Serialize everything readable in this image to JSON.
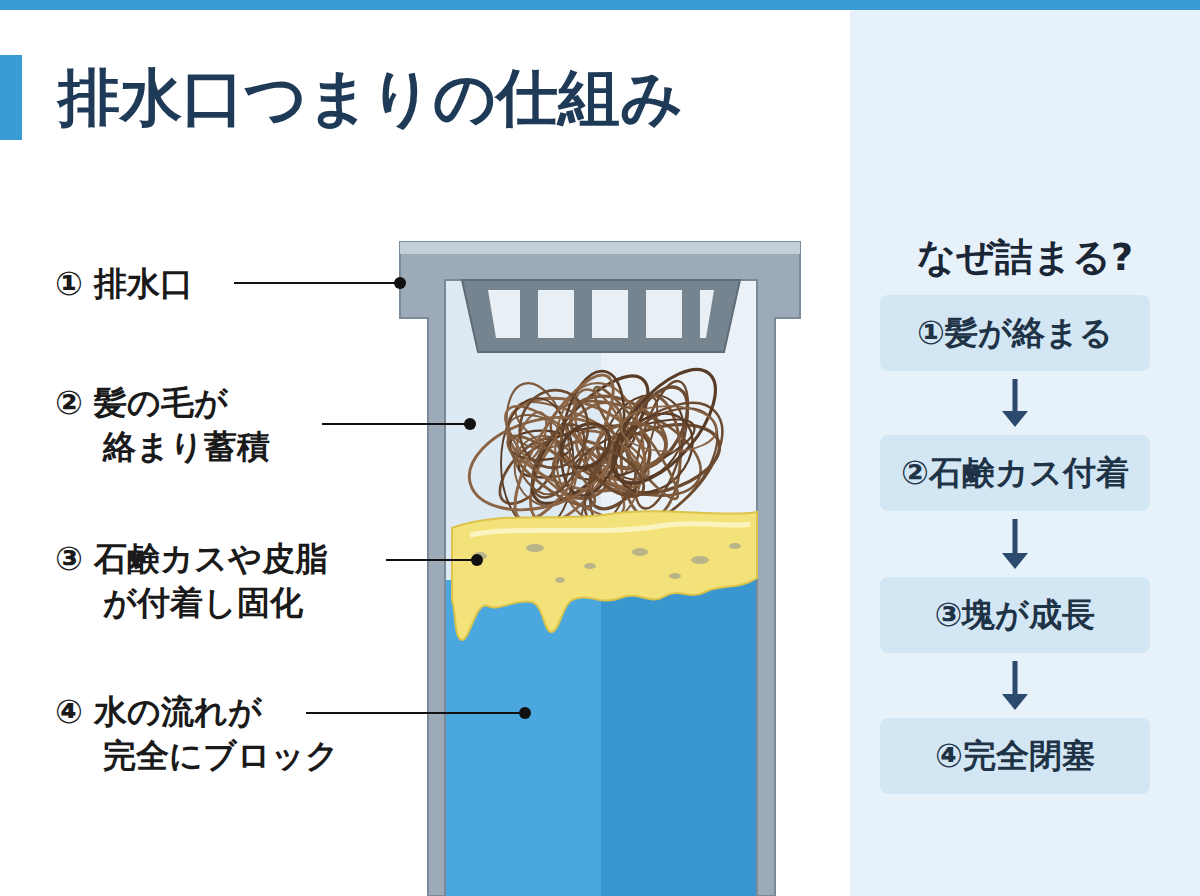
{
  "diagram": {
    "title": "排水口つまりの仕組み",
    "nodes": [
      {
        "text": [
          "なぜ詰まる?"
        ]
      },
      {
        "text": [
          "①髪が絡まる"
        ],
        "in": 0
      },
      {
        "text": [
          "②石鹸カス付着"
        ],
        "in": 0
      },
      {
        "text": [
          "③塊が成長"
        ],
        "in": 0
      },
      {
        "text": [
          "④完全閉塞"
        ],
        "in": 0
      }
    ],
    "edges": [
      {
        "from": 1,
        "to": 2,
        "arrow": "to"
      },
      {
        "from": 2,
        "to": 3,
        "arrow": "to"
      },
      {
        "from": 3,
        "to": 4,
        "arrow": "to"
      }
    ],
    "labels": [
      "① 排水口",
      "② 髪の毛が 絡まり蓄積",
      "③ 石鹸カスや皮脂 が付着し固化",
      "④ 水の流れが 完全にブロック"
    ]
  }
}
